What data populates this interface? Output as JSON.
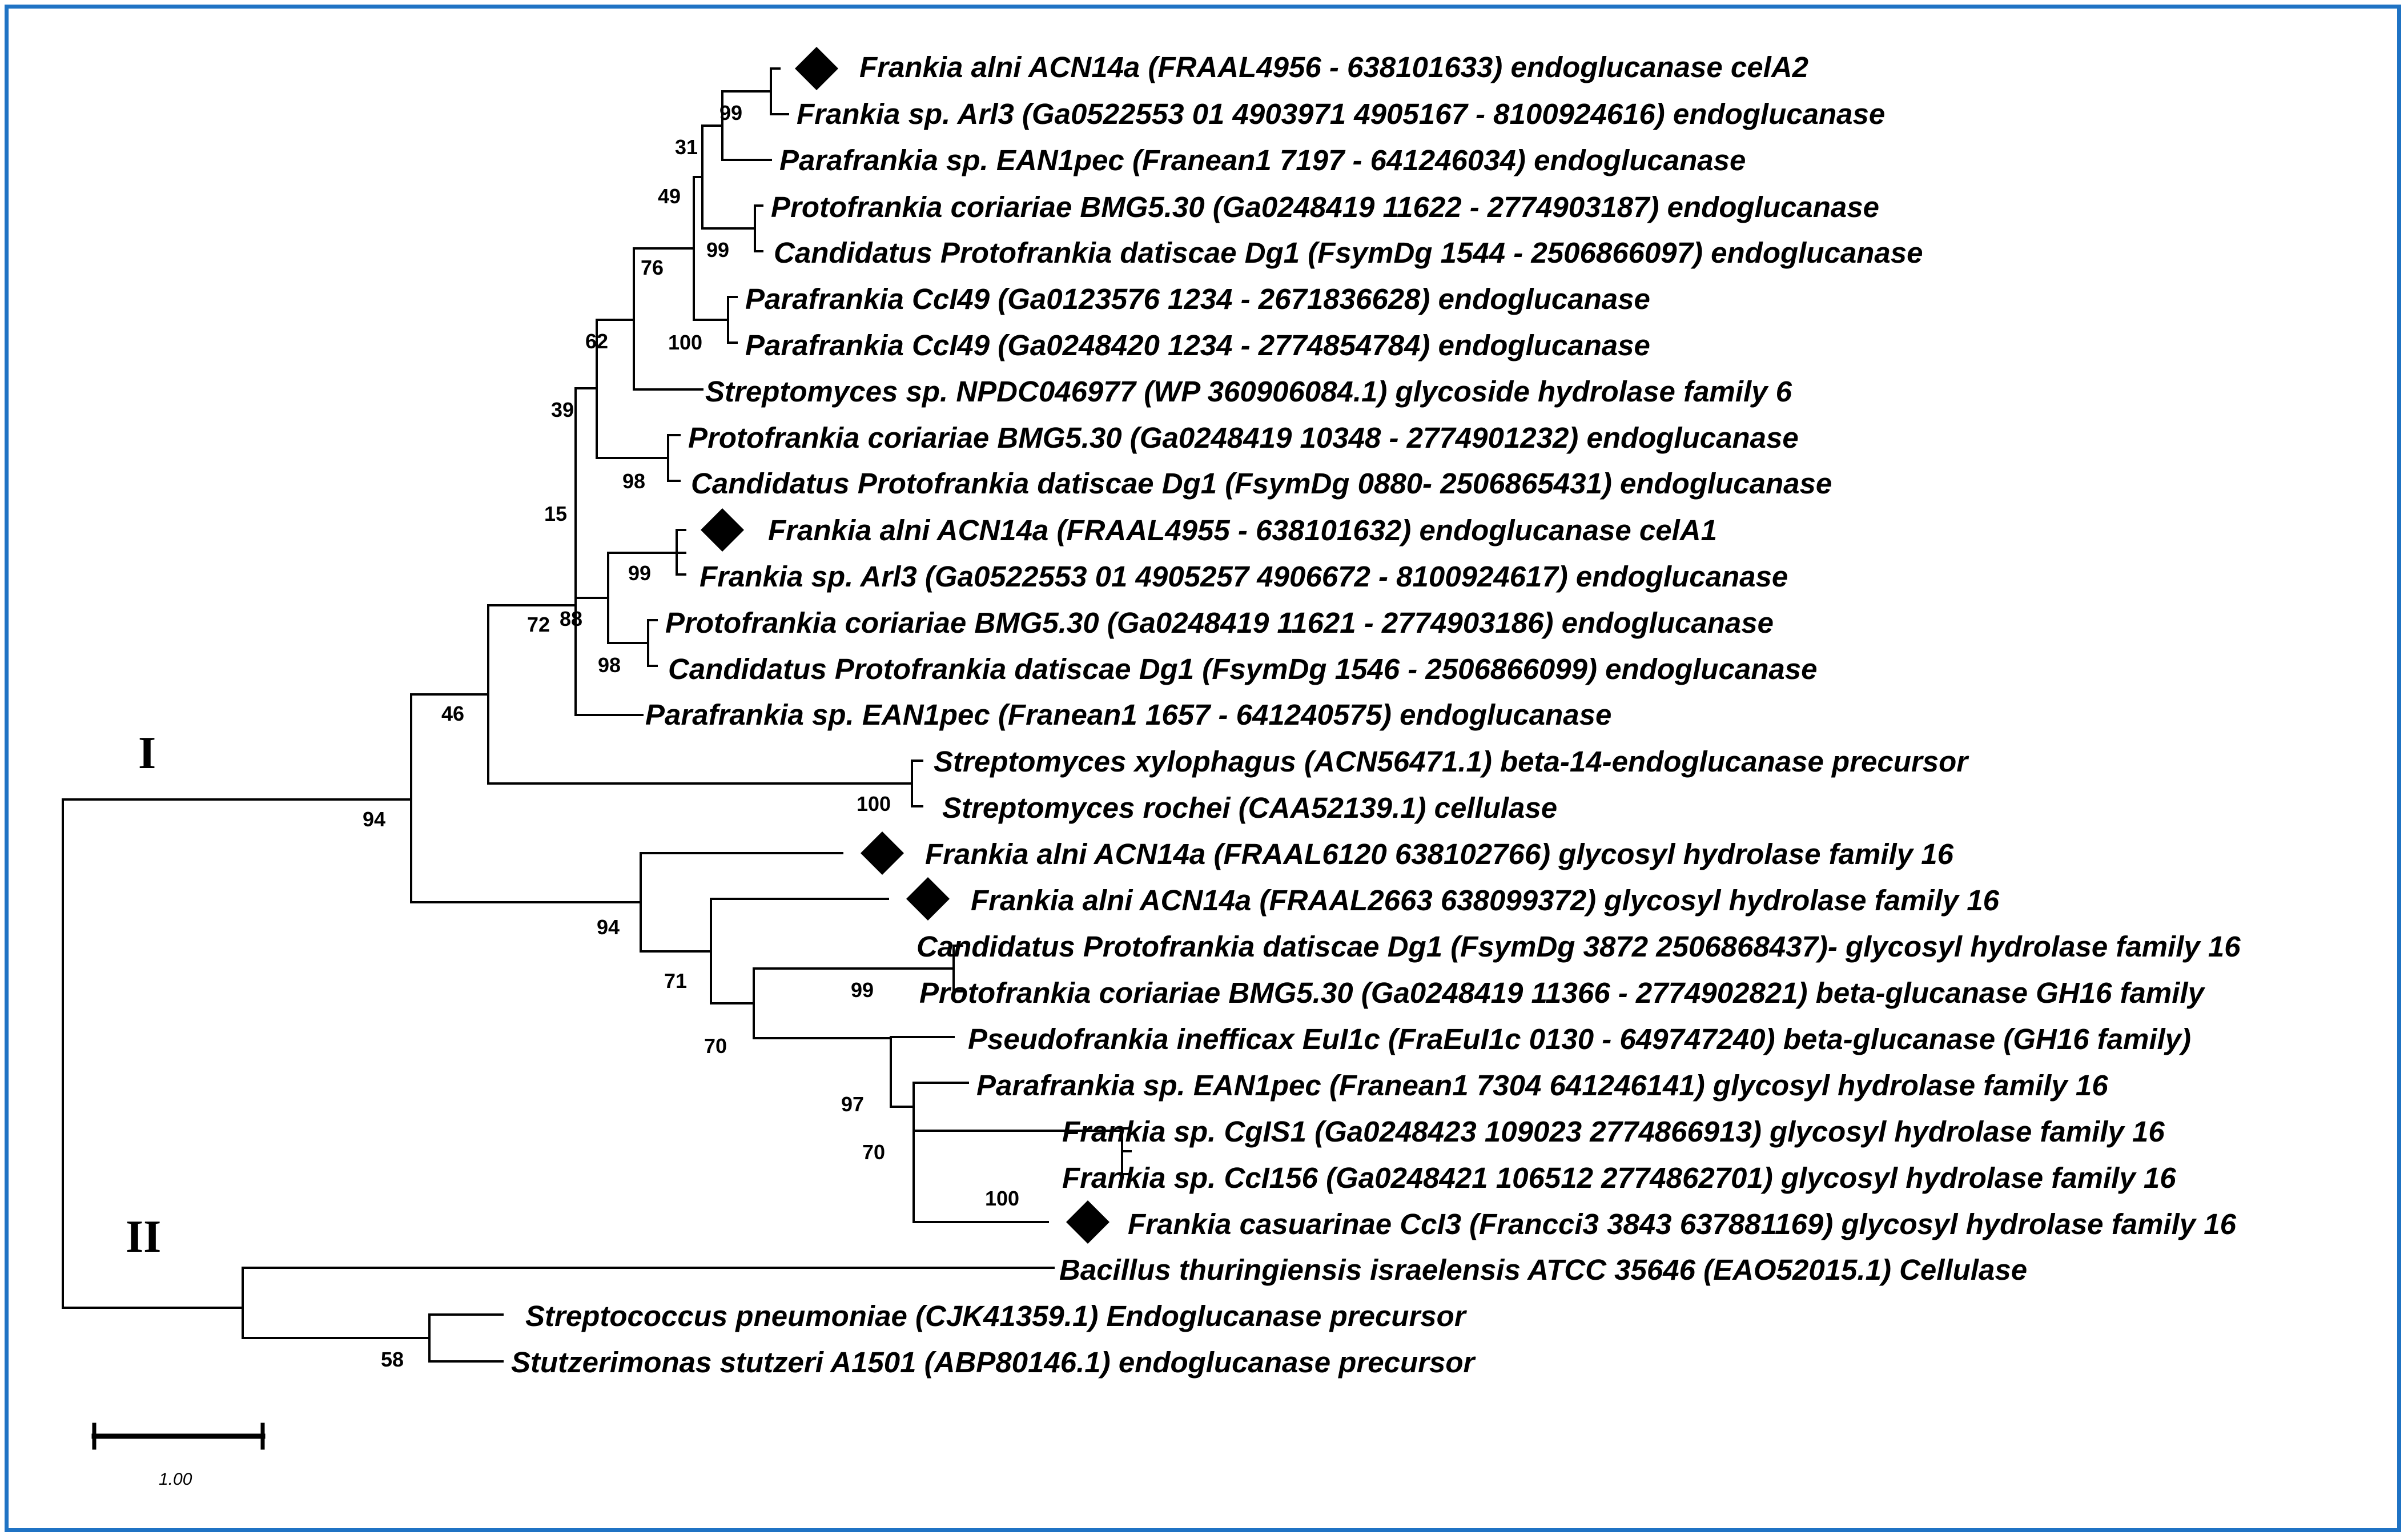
{
  "taxa": [
    {
      "label": "Frankia alni ACN14a (FRAAL4956 - 638101633) endoglucanase celA2",
      "marked": true
    },
    {
      "label": "Frankia sp. Arl3 (Ga0522553 01 4903971 4905167 - 8100924616) endoglucanase",
      "marked": false
    },
    {
      "label": "Parafrankia sp. EAN1pec (Franean1 7197 - 641246034) endoglucanase",
      "marked": false
    },
    {
      "label": "Protofrankia coriariae BMG5.30 (Ga0248419 11622 - 2774903187) endoglucanase",
      "marked": false
    },
    {
      "label": "Candidatus Protofrankia datiscae Dg1 (FsymDg 1544 - 2506866097) endoglucanase",
      "marked": false
    },
    {
      "label": "Parafrankia CcI49 (Ga0123576 1234 - 2671836628) endoglucanase",
      "marked": false
    },
    {
      "label": "Parafrankia CcI49 (Ga0248420 1234 - 2774854784) endoglucanase",
      "marked": false
    },
    {
      "label": "Streptomyces sp. NPDC046977 (WP 360906084.1) glycoside hydrolase family 6",
      "marked": false
    },
    {
      "label": "Protofrankia coriariae BMG5.30 (Ga0248419 10348 - 2774901232) endoglucanase",
      "marked": false
    },
    {
      "label": "Candidatus Protofrankia datiscae Dg1 (FsymDg 0880- 2506865431) endoglucanase",
      "marked": false
    },
    {
      "label": "Frankia alni ACN14a (FRAAL4955 - 638101632) endoglucanase celA1",
      "marked": true
    },
    {
      "label": "Frankia sp. Arl3 (Ga0522553 01 4905257 4906672 - 8100924617) endoglucanase",
      "marked": false
    },
    {
      "label": "Protofrankia coriariae BMG5.30 (Ga0248419 11621 - 2774903186) endoglucanase",
      "marked": false
    },
    {
      "label": "Candidatus Protofrankia datiscae Dg1 (FsymDg 1546 - 2506866099) endoglucanase",
      "marked": false
    },
    {
      "label": "Parafrankia sp. EAN1pec (Franean1 1657 - 641240575) endoglucanase",
      "marked": false
    },
    {
      "label": "Streptomyces xylophagus (ACN56471.1) beta-14-endoglucanase precursor",
      "marked": false
    },
    {
      "label": "Streptomyces rochei (CAA52139.1) cellulase",
      "marked": false
    },
    {
      "label": "Frankia alni ACN14a (FRAAL6120 638102766) glycosyl hydrolase family 16",
      "marked": true
    },
    {
      "label": "Frankia alni ACN14a (FRAAL2663 638099372) glycosyl hydrolase family 16",
      "marked": true
    },
    {
      "label": "Candidatus Protofrankia datiscae Dg1 (FsymDg 3872 2506868437)- glycosyl hydrolase family 16",
      "marked": false
    },
    {
      "label": "Protofrankia coriariae BMG5.30 (Ga0248419 11366 - 2774902821) beta-glucanase GH16 family",
      "marked": false
    },
    {
      "label": "Pseudofrankia inefficax EuI1c (FraEuI1c 0130 - 649747240) beta-glucanase (GH16 family)",
      "marked": false
    },
    {
      "label": "Parafrankia sp. EAN1pec (Franean1 7304 641246141) glycosyl hydrolase family 16",
      "marked": false
    },
    {
      "label": "Frankia sp. CgIS1 (Ga0248423 109023 2774866913) glycosyl hydrolase family 16",
      "marked": false
    },
    {
      "label": "Frankia sp. CcI156 (Ga0248421 106512 2774862701) glycosyl hydrolase family 16",
      "marked": false
    },
    {
      "label": "Frankia casuarinae CcI3 (Francci3 3843 637881169) glycosyl hydrolase family 16",
      "marked": true
    },
    {
      "label": "Bacillus thuringiensis israelensis ATCC 35646 (EAO52015.1) Cellulase",
      "marked": false
    },
    {
      "label": "Streptococcus pneumoniae (CJK41359.1) Endoglucanase precursor",
      "marked": false
    },
    {
      "label": "Stutzerimonas stutzeri A1501 (ABP80146.1) endoglucanase precursor",
      "marked": false
    }
  ],
  "bootstrap": [
    "99",
    "31",
    "49",
    "99",
    "76",
    "100",
    "62",
    "39",
    "98",
    "15",
    "99",
    "72",
    "88",
    "98",
    "46",
    "100",
    "94",
    "94",
    "71",
    "99",
    "70",
    "97",
    "70",
    "100",
    "58"
  ],
  "clusters": {
    "one": "I",
    "two": "II"
  },
  "scale_bar": {
    "label": "1.00"
  },
  "colors": {
    "frame": "#1f73c4",
    "ink": "#000000"
  }
}
